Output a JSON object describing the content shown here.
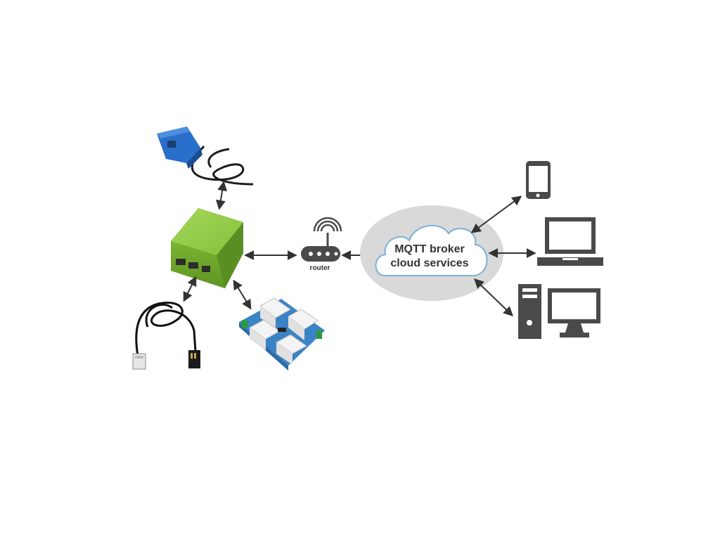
{
  "diagram": {
    "router": {
      "label": "router",
      "icon": "router-icon"
    },
    "cloud": {
      "line1": "MQTT broker",
      "line2": "cloud services",
      "icon": "cloud-icon"
    },
    "devices": [
      {
        "icon": "current-sensor-icon"
      },
      {
        "icon": "green-controller-icon"
      },
      {
        "icon": "temperature-probe-icon"
      },
      {
        "icon": "relay-module-icon"
      },
      {
        "icon": "smartphone-icon"
      },
      {
        "icon": "laptop-icon"
      },
      {
        "icon": "desktop-computer-icon"
      }
    ],
    "colors": {
      "controller": "#8cc63f",
      "sensor": "#2a6fc9",
      "relay_board": "#3a83c6",
      "cloud_ellipse": "#d9d9d9",
      "icons": "#4a4a4a",
      "arrows": "#333333"
    }
  }
}
